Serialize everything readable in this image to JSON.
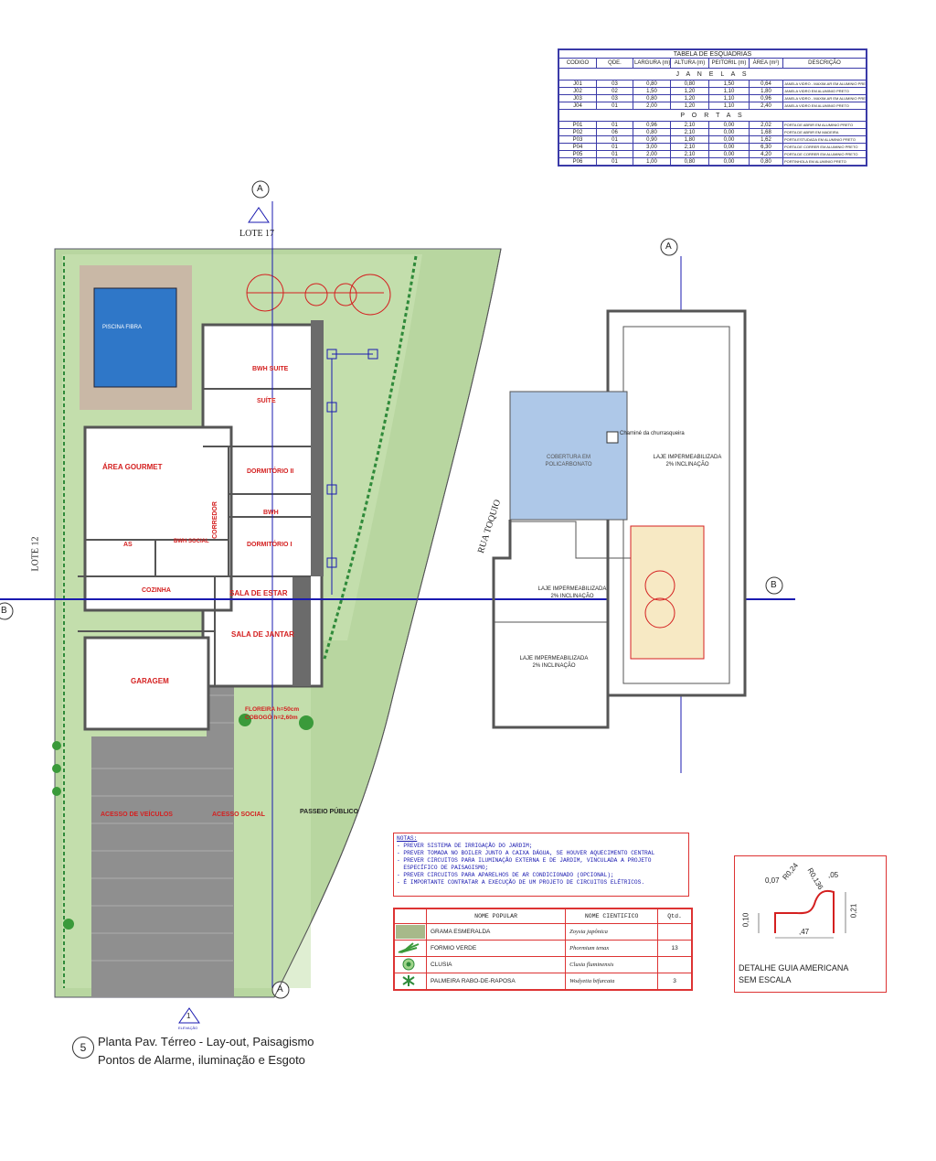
{
  "esquadrias": {
    "title": "TABELA DE ESQUADRIAS",
    "headers": [
      "CODIGO",
      "QDE.",
      "LARGURA (m)",
      "ALTURA (m)",
      "PEITORIL (m)",
      "ÁREA (m²)",
      "DESCRIÇÃO"
    ],
    "janelas_label": "J A N E L A S",
    "janelas": [
      [
        "J01",
        "03",
        "0,80",
        "0,80",
        "1,50",
        "0,64",
        "JANELA VIDRO - MAXIM-AR EM ALUMINIO PRETO"
      ],
      [
        "J02",
        "02",
        "1,50",
        "1,20",
        "1,10",
        "1,80",
        "JANELA VIDRO EM ALUMINIO PRETO"
      ],
      [
        "J03",
        "03",
        "0,80",
        "1,20",
        "1,10",
        "0,96",
        "JANELA VIDRO - MAXIM-AR EM ALUMINIO PRETO"
      ],
      [
        "J04",
        "01",
        "2,00",
        "1,20",
        "1,10",
        "2,40",
        "JANELA VIDRO EM ALUMINIO PRETO"
      ]
    ],
    "portas_label": "P O R T A S",
    "portas": [
      [
        "P01",
        "01",
        "0,96",
        "2,10",
        "0,00",
        "2,02",
        "PORTA DE ABRIR EM ALUMINIO PRETO"
      ],
      [
        "P02",
        "06",
        "0,80",
        "2,10",
        "0,00",
        "1,68",
        "PORTA DE ABRIR EM MADEIRA"
      ],
      [
        "P03",
        "01",
        "0,90",
        "1,80",
        "0,00",
        "1,62",
        "PORTA ESTUDADA EM ALUMINIO PRETO"
      ],
      [
        "P04",
        "01",
        "3,00",
        "2,10",
        "0,00",
        "6,30",
        "PORTA DE CORRER EM ALUMINIO PRETO"
      ],
      [
        "P05",
        "01",
        "2,00",
        "2,10",
        "0,00",
        "4,20",
        "PORTA DE CORRER EM ALUMINIO PRETO"
      ],
      [
        "P06",
        "01",
        "1,00",
        "0,80",
        "0,00",
        "0,80",
        "PORTINHOLA EM ALUMINIO PRETO"
      ]
    ]
  },
  "plan": {
    "lote_top": "LOTE 17",
    "lote_left": "LOTE 12",
    "street": "RUA TOQUIO",
    "passeio": "PASSEIO PÚBLICO",
    "rooms": {
      "piscina": "PISCINA FIBRA",
      "bwc_suite": "BWH SUITE",
      "suite": "SUÍTE",
      "area_gourmet": "ÁREA GOURMET",
      "dormitorio2": "DORMITÓRIO II",
      "corredor": "CORREDOR",
      "bwh": "BWH",
      "dormitorio1": "DORMITÓRIO I",
      "as": "AS",
      "bwh_social": "BWH SOCIAL",
      "cozinha": "COZINHA",
      "sala_estar": "SALA DE ESTAR",
      "sala_jantar": "SALA DE JANTAR",
      "garagem": "GARAGEM",
      "floreira": "FLOREIRA h=50cm",
      "cobogo": "COBOGÓ h=2,60m",
      "acesso_veiculos": "ACESSO DE VEÍCULOS",
      "acesso_social": "ACESSO SOCIAL"
    },
    "cuts": {
      "a": "A",
      "b": "B"
    },
    "elev1": "1",
    "elev_label": "ELEVAÇÃO"
  },
  "roof": {
    "churrasqueira": "Chaminé da churrasqueira",
    "cobertura": "COBERTURA EM POLICARBONATO",
    "laje1": "LAJE IMPERMEABILIZADA",
    "incl1": "2% INCLINAÇÃO",
    "laje2": "LAJE IMPERMEABILIZADA",
    "incl2": "2% INCLINAÇÃO",
    "laje3": "LAJE IMPERMEABILIZADA",
    "incl3": "2% INCLINAÇÃO"
  },
  "notes": {
    "title": "NOTAS:",
    "lines": [
      "- PREVER SISTEMA DE IRRIGAÇÃO DO JARDIM;",
      "- PREVER TOMADA NO BOILER JUNTO A CAIXA DÁGUA, SE HOUVER AQUECIMENTO CENTRAL",
      "- PREVER CIRCUITOS PARA ILUMINAÇÃO EXTERNA E DE JARDIM, VINCULADA A PROJETO",
      "  ESPECÍFICO DE PAISAGISMO;",
      "- PREVER CIRCUITOS PARA APARELHOS DE AR CONDICIONADO (OPCIONAL);",
      "- É IMPORTANTE CONTRATAR A EXECUÇÃO DE UM PROJETO DE CIRCUITOS ELÉTRICOS."
    ]
  },
  "plants": {
    "headers": [
      "NOME POPULAR",
      "NOME CIENTIFICO",
      "Qtd."
    ],
    "rows": [
      {
        "icon": "grass-swatch-icon",
        "popular": "GRAMA ESMERALDA",
        "cientifico": "Zoysia japônica",
        "qtd": ""
      },
      {
        "icon": "phormium-icon",
        "popular": "FORMIO VERDE",
        "cientifico": "Phormium tenax",
        "qtd": "13"
      },
      {
        "icon": "clusia-icon",
        "popular": "CLUSIA",
        "cientifico": "Clusia fluminensis",
        "qtd": ""
      },
      {
        "icon": "palm-icon",
        "popular": "PALMEIRA RABO-DE-RAPOSA",
        "cientifico": "Wodyetia bifurcata",
        "qtd": "3"
      }
    ]
  },
  "detail": {
    "label1": "DETALHE GUIA AMERICANA",
    "label2": "SEM ESCALA",
    "dims": {
      "d007": "0,07",
      "d005": ",05",
      "d010": "0,10",
      "d021": "0,21",
      "d047": ",47",
      "r024": "R0,24",
      "r0136": "R0,136"
    }
  },
  "title": {
    "number": "5",
    "line1": "Planta Pav. Térreo - Lay-out, Paisagismo",
    "line2": "Pontos de Alarme, iluminação e Esgoto"
  },
  "colors": {
    "wall": "#555555",
    "red": "#d42020",
    "blue": "#1a1ab0",
    "green": "#8fc27a",
    "pool": "#3a7fcf",
    "policarb": "#aec8e8"
  }
}
